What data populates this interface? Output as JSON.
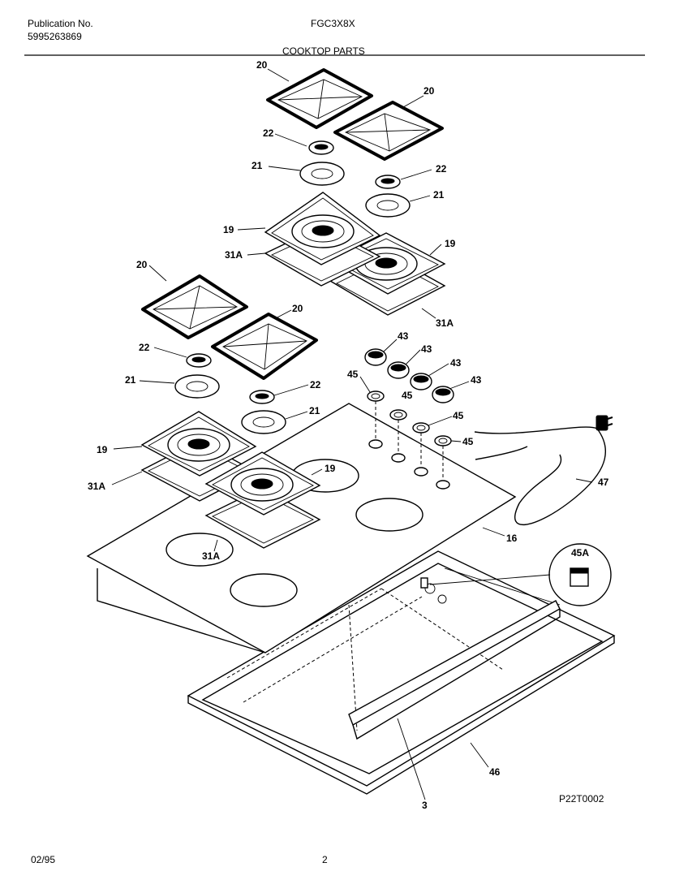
{
  "header": {
    "publication_label": "Publication No.",
    "publication_number": "5995263869",
    "model": "FGC3X8X",
    "section_title": "COOKTOP PARTS"
  },
  "footer": {
    "date": "02/95",
    "page_number": "2",
    "drawing_code": "P22T0002"
  },
  "callouts": {
    "grate": "20",
    "grate_2": "20",
    "grate_3": "20",
    "grate_4": "20",
    "burner_cap_a": "22",
    "burner_cap_b": "22",
    "burner_cap_c": "22",
    "burner_cap_d": "22",
    "burner_head_a": "21",
    "burner_head_b": "21",
    "burner_head_c": "21",
    "burner_head_d": "21",
    "drip_pan_a": "19",
    "drip_pan_b": "19",
    "drip_pan_c": "19",
    "drip_pan_d": "19",
    "seal_a": "31A",
    "seal_b": "31A",
    "seal_c": "31A",
    "seal_d": "31A",
    "knob_a": "43",
    "knob_b": "43",
    "knob_c": "43",
    "knob_d": "43",
    "bezel_a": "45",
    "bezel_b": "45",
    "bezel_c": "45",
    "bezel_d": "45",
    "clip": "45A",
    "cord": "47",
    "cooktop": "16",
    "bottom_pan": "46",
    "bracket": "3"
  }
}
